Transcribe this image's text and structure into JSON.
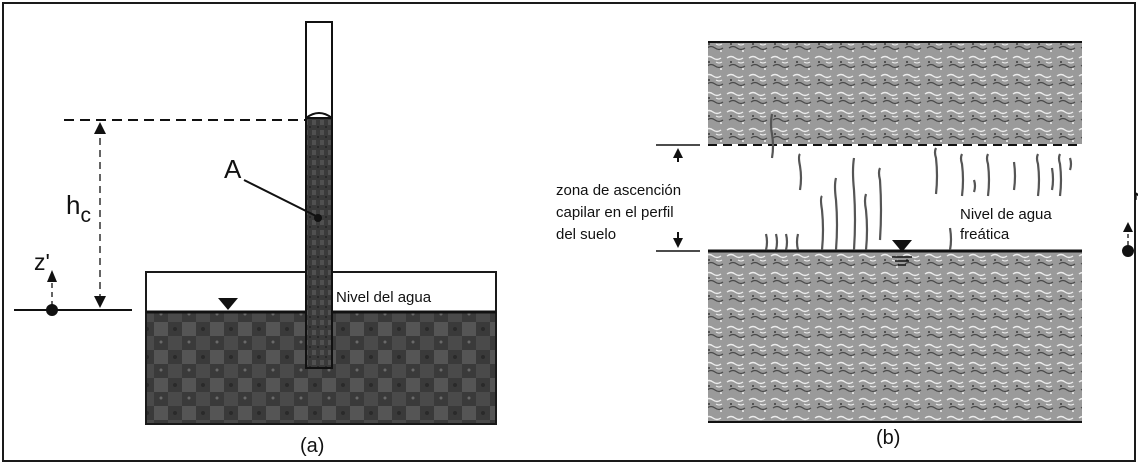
{
  "panel_a": {
    "caption": "(a)",
    "label_h": "h",
    "label_h_sub": "c",
    "label_z": "z'",
    "label_point": "A",
    "label_water_level": "Nivel del agua"
  },
  "panel_b": {
    "caption": "(b)",
    "zone_label_lines": [
      "zona de ascención",
      "capilar en el perfil",
      "del suelo"
    ],
    "water_table_lines": [
      "Nivel de agua",
      "freática"
    ],
    "label_z": "z'"
  },
  "colors": {
    "frame": "#1a1a1a",
    "water_dark": "#3d3d3d",
    "soil": "#8a8a8a",
    "ink": "#111111"
  }
}
